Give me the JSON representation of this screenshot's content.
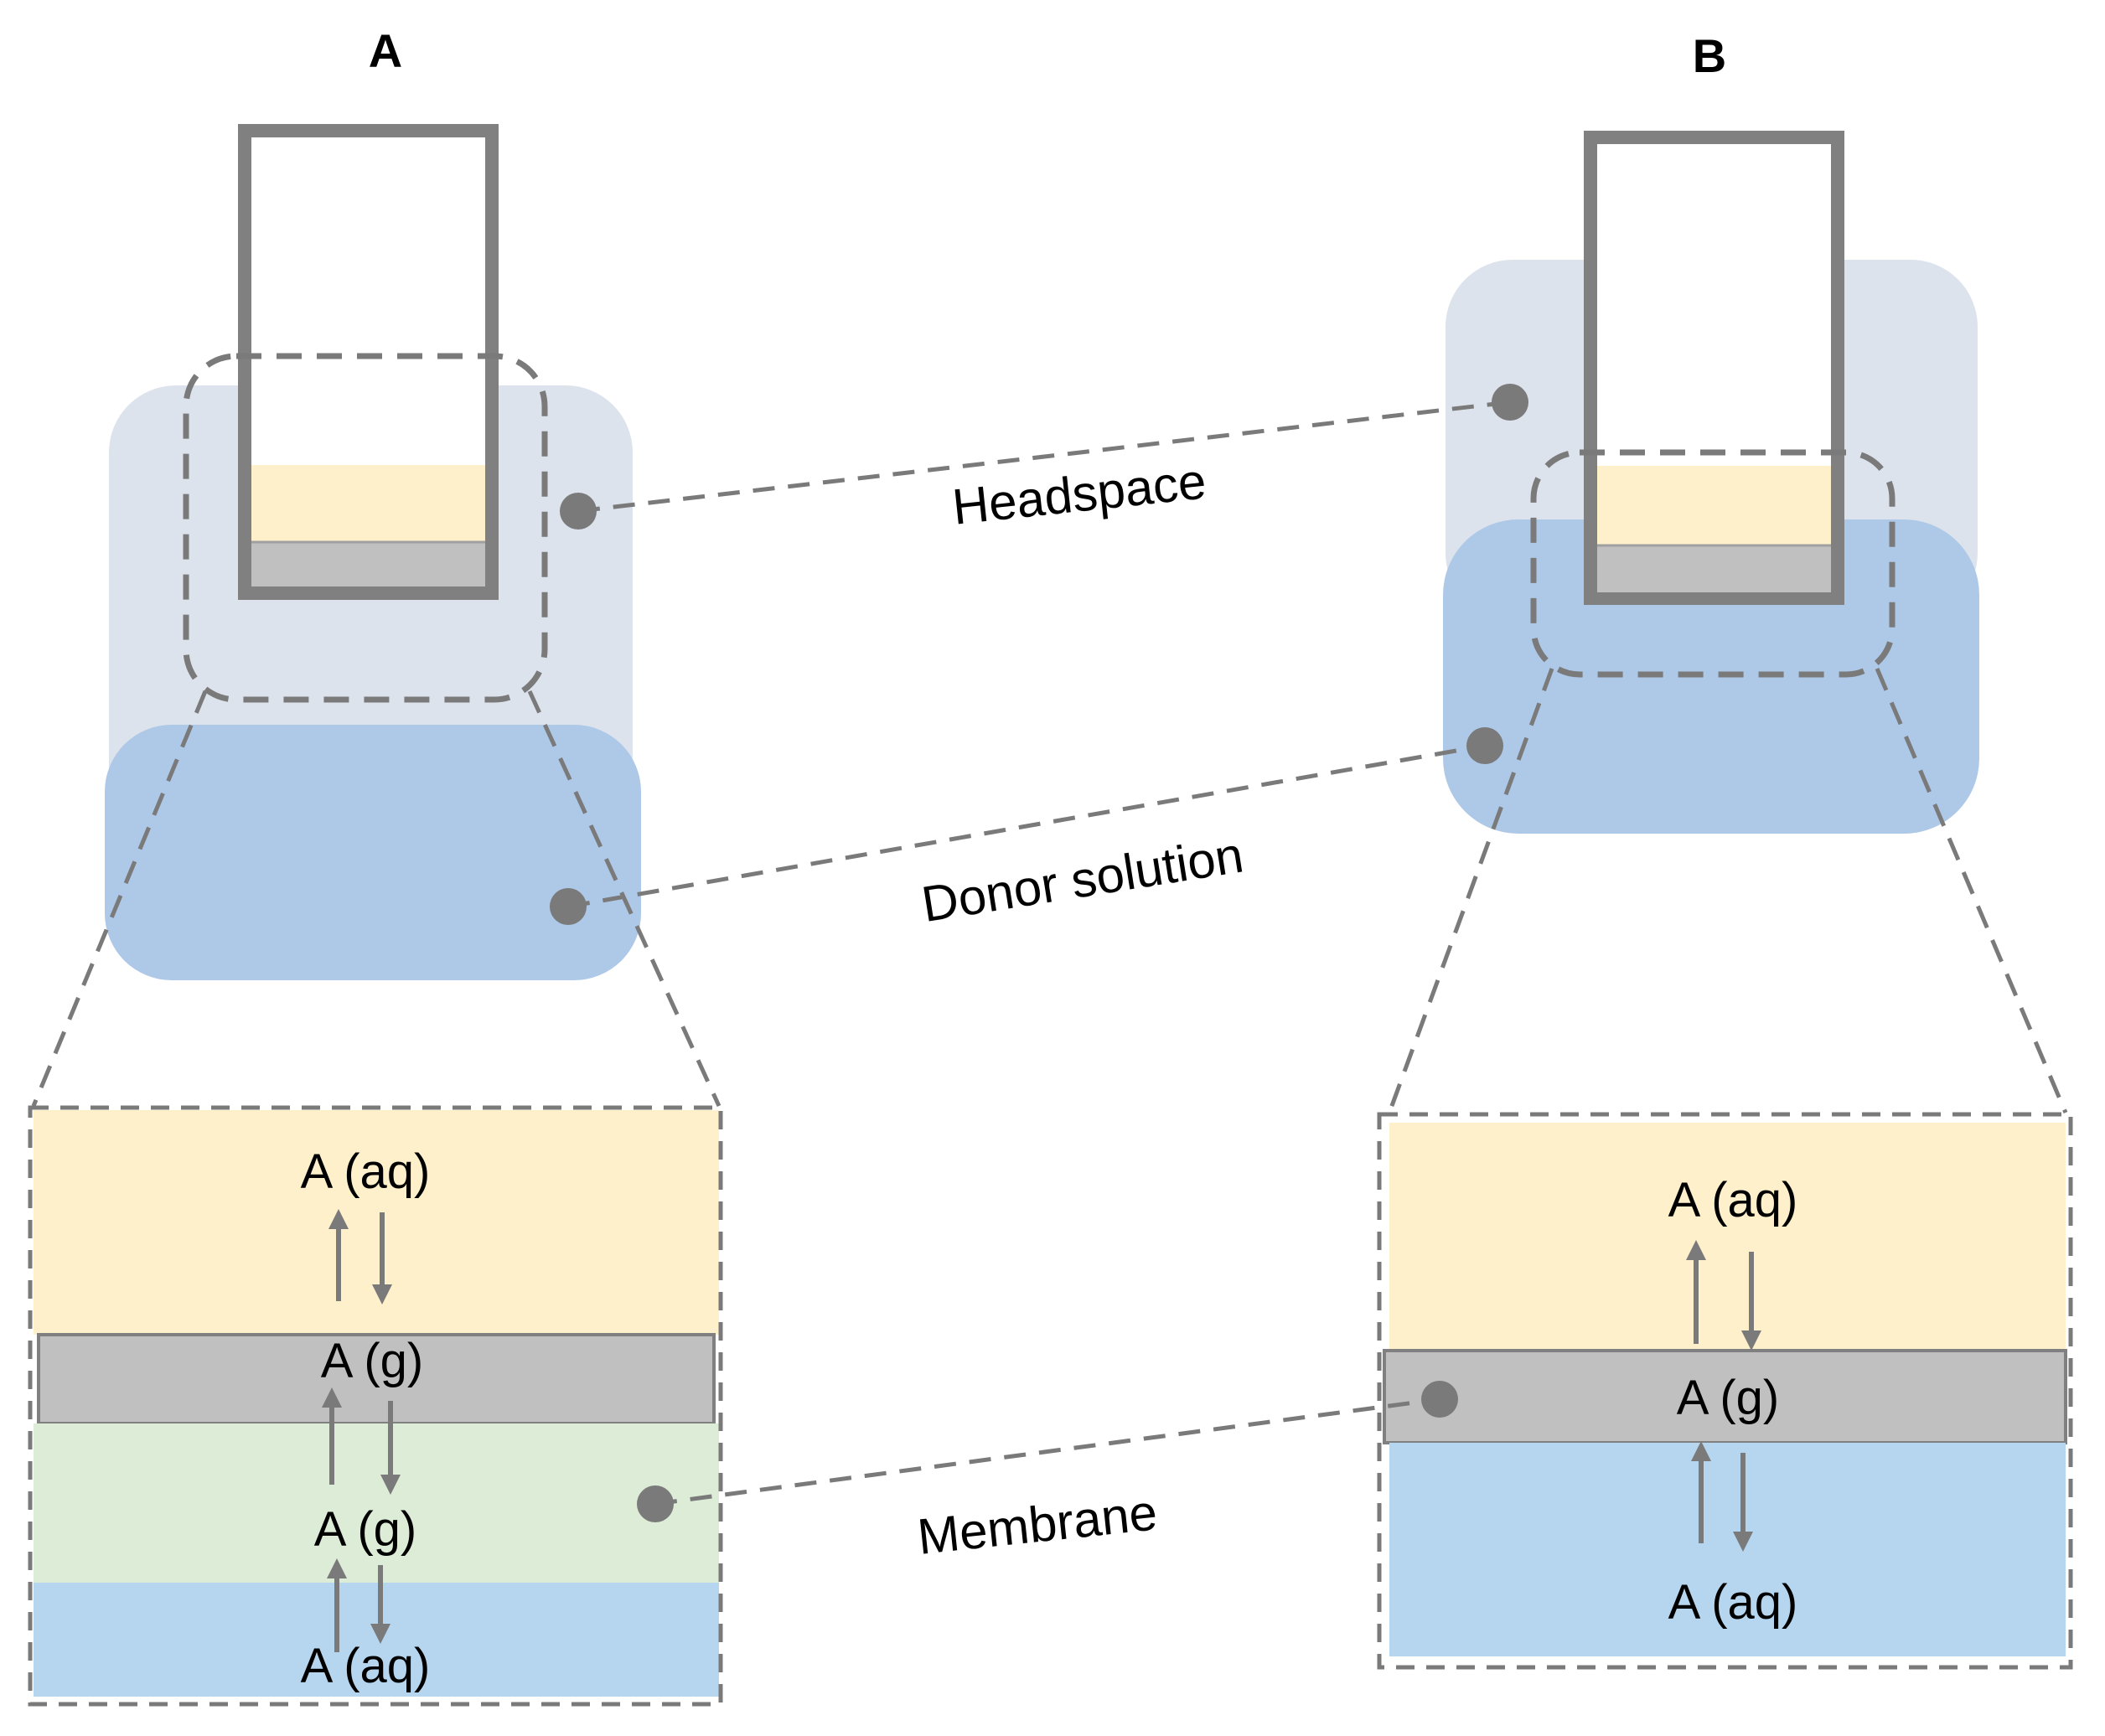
{
  "panels": {
    "a": {
      "letter": "A"
    },
    "b": {
      "letter": "B"
    }
  },
  "labels": {
    "headspace": "Headspace",
    "donor_solution": "Donor solution",
    "membrane": "Membrane"
  },
  "zoom_a": {
    "top_species": "A (aq)",
    "membrane_species": "A (g)",
    "gas_layer_species": "A (g)",
    "bottom_species": "A (aq)"
  },
  "zoom_b": {
    "top_species": "A (aq)",
    "membrane_species": "A (g)",
    "bottom_species": "A (aq)"
  },
  "colors": {
    "headspace_region": "#dde3ec",
    "donor_region": "#aec8e8",
    "acceptor_layer": "#fff0cc",
    "membrane_layer": "#c0c0c0",
    "gas_layer": "#dcecd6",
    "aqueous_layer": "#b6d6ef",
    "outline": "#808080",
    "dash": "#7a7a7a",
    "marker": "#7a7a7a"
  },
  "icons": {
    "equilibrium": "equilibrium-arrows-icon",
    "callout": "callout-dot-icon"
  }
}
